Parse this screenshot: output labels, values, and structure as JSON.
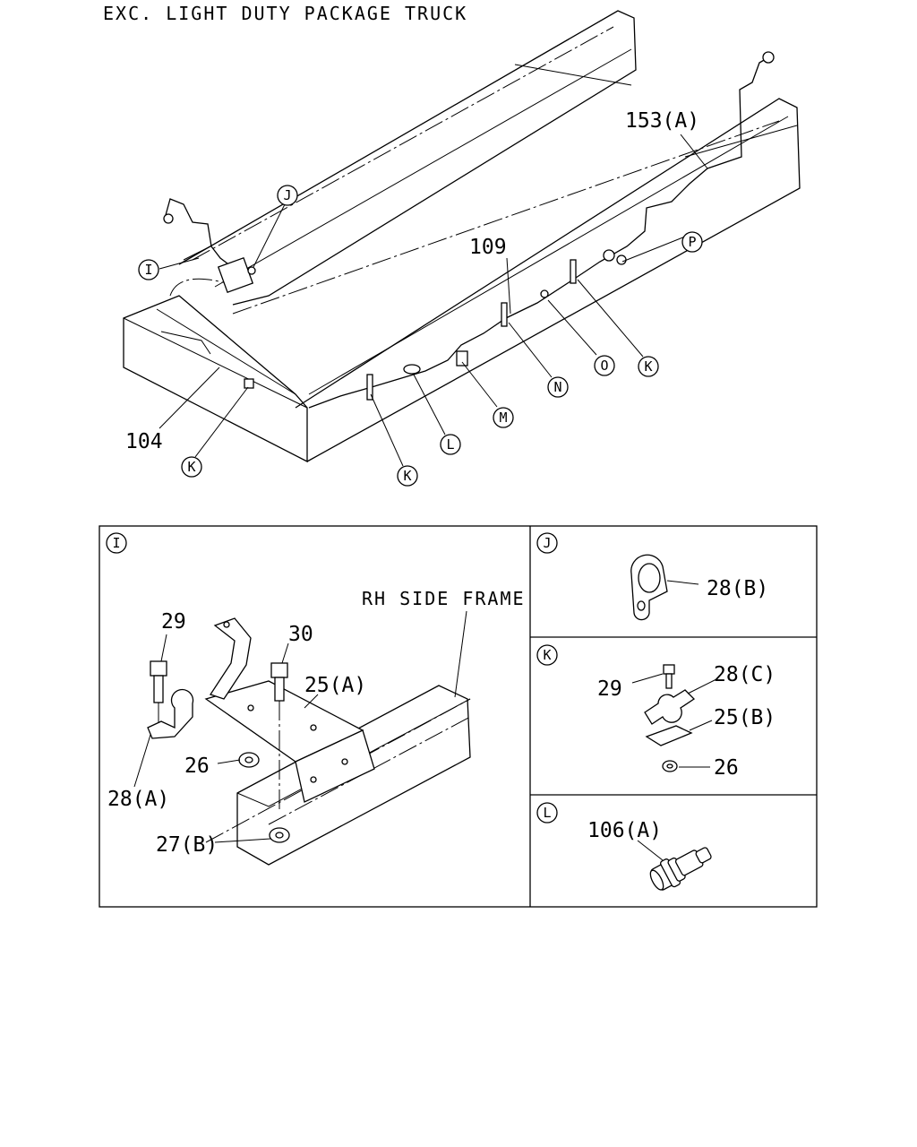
{
  "title": "EXC. LIGHT DUTY PACKAGE TRUCK",
  "main_labels": {
    "p153a": "153(A)",
    "p109": "109",
    "p104": "104"
  },
  "callouts": {
    "I": "I",
    "J": "J",
    "K": "K",
    "L": "L",
    "M": "M",
    "N": "N",
    "O": "O",
    "P": "P"
  },
  "detail_I": {
    "letter": "I",
    "rh_side_frame": "RH SIDE FRAME",
    "p29": "29",
    "p30": "30",
    "p25a": "25(A)",
    "p26": "26",
    "p28a": "28(A)",
    "p27b": "27(B)"
  },
  "detail_J": {
    "letter": "J",
    "p28b": "28(B)"
  },
  "detail_K": {
    "letter": "K",
    "p29": "29",
    "p28c": "28(C)",
    "p25b": "25(B)",
    "p26": "26"
  },
  "detail_L": {
    "letter": "L",
    "p106a": "106(A)"
  }
}
